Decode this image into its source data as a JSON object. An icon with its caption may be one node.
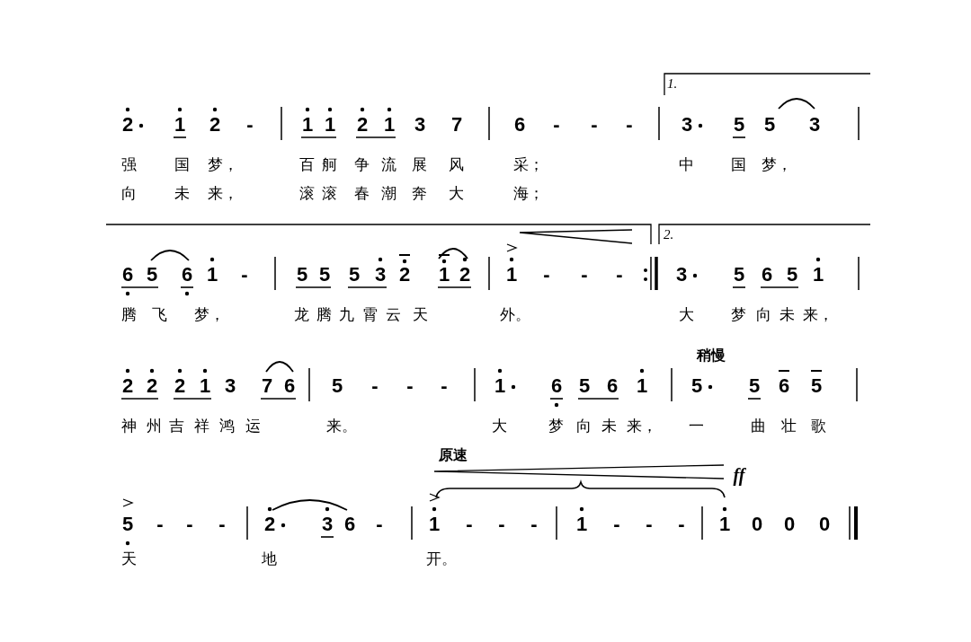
{
  "diagram": {
    "labels": [
      "1.",
      "2",
      "1",
      "2",
      "-",
      "1",
      "1",
      "2",
      "1",
      "3",
      "7",
      "6",
      "-",
      "-",
      "-",
      "3",
      "5",
      "5",
      "3",
      "强",
      "国",
      "梦，",
      "百",
      "舸",
      "争",
      "流",
      "展",
      "风",
      "采；",
      "中",
      "国",
      "梦，",
      "向",
      "未",
      "来，",
      "滚",
      "滚",
      "春",
      "潮",
      "奔",
      "大",
      "海；",
      "2.",
      "6",
      "5",
      "6",
      "1",
      "-",
      "5",
      "5",
      "5",
      "3",
      "2",
      "1",
      "2",
      "1",
      "-",
      "-",
      "-",
      "3",
      "5",
      "6",
      "5",
      "1",
      "腾",
      "飞",
      "梦，",
      "龙",
      "腾",
      "九",
      "霄",
      "云",
      "天",
      "外。",
      "大",
      "梦",
      "向",
      "未",
      "来，",
      "稍慢",
      "2",
      "2",
      "2",
      "1",
      "3",
      "7",
      "6",
      "5",
      "-",
      "-",
      "-",
      "1",
      "6",
      "5",
      "6",
      "1",
      "5",
      "5",
      "6",
      "5",
      "神",
      "州",
      "吉",
      "祥",
      "鸿",
      "运",
      "来。",
      "大",
      "梦",
      "向",
      "未",
      "来，",
      "一",
      "曲",
      "壮",
      "歌",
      "原速",
      "ff",
      "5",
      "-",
      "-",
      "-",
      "2",
      "3",
      "6",
      "-",
      "1",
      "-",
      "-",
      "-",
      "1",
      "-",
      "-",
      "-",
      "1",
      "0",
      "0",
      "0",
      "天",
      "地",
      "开。"
    ]
  }
}
